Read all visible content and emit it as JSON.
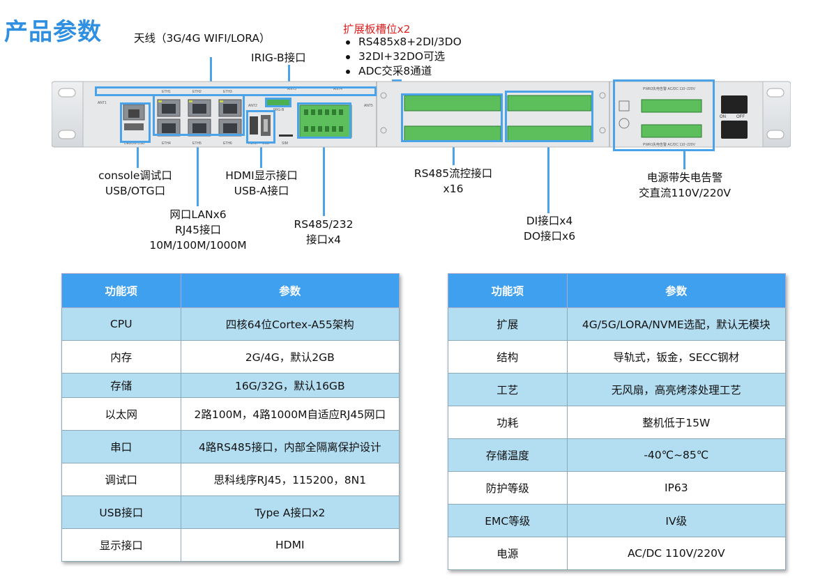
{
  "title": "产品参数",
  "labels": {
    "antenna": "天线（3G/4G WIFI/LORA）",
    "irigb": "IRIG-B接口",
    "expansion_title": "扩展板槽位x2",
    "expansion_items": [
      "RS485x8+2DI/3DO",
      "32DI+32DO可选",
      "ADC交采8通道"
    ],
    "console": [
      "console调试口",
      "USB/OTG口"
    ],
    "hdmi": [
      "HDMI显示接口",
      "USB-A接口"
    ],
    "lan": [
      "网口LANx6",
      "RJ45接口",
      "10M/100M/1000M"
    ],
    "rs485_232": [
      "RS485/232",
      "接口x4"
    ],
    "rs485_flow": [
      "RS485流控接口",
      "x16"
    ],
    "dido": [
      "DI接口x4",
      "DO接口x6"
    ],
    "power": [
      "电源带失电告警",
      "交直流110V/220V"
    ]
  },
  "device": {
    "port_labels": {
      "ant1": "ANT1",
      "ant2": "ANT2",
      "ant3": "ANT3",
      "ant4": "ANT4",
      "ant5": "ANT5",
      "eth1": "ETH1",
      "eth2": "ETH2",
      "eth3": "ETH3",
      "eth4": "ETH4",
      "eth5": "ETH5",
      "eth6": "ETH6",
      "debug_usb": "DEBUG USB",
      "hdmi": "HDMI",
      "usb": "USB",
      "sim": "SIM",
      "irig": "IRIG-B",
      "pwr2": "PWR2",
      "pwr1": "PWR1",
      "alarm1": "失电告警  AC/DC 110~220V",
      "alarm2": "失电告警  AC/DC 110~220V",
      "on": "ON",
      "off": "OFF"
    }
  },
  "table_left": {
    "headers": [
      "功能项",
      "参数"
    ],
    "rows": [
      [
        "CPU",
        "四核64位Cortex-A55架构"
      ],
      [
        "内存",
        "2G/4G，默认2GB"
      ],
      [
        "存储",
        "16G/32G，默认16GB"
      ],
      [
        "以太网",
        "2路100M，4路1000M自适应RJ45网口"
      ],
      [
        "串口",
        "4路RS485接口，内部全隔离保护设计"
      ],
      [
        "调试口",
        "思科线序RJ45，115200，8N1"
      ],
      [
        "USB接口",
        "Type A接口x2"
      ],
      [
        "显示接口",
        "HDMI"
      ]
    ]
  },
  "table_right": {
    "headers": [
      "功能项",
      "参数"
    ],
    "rows": [
      [
        "扩展",
        "4G/5G/LORA/NVME选配，默认无模块"
      ],
      [
        "结构",
        "导轨式，钣金，SECC钢材"
      ],
      [
        "工艺",
        "无风扇，高亮烤漆处理工艺"
      ],
      [
        "功耗",
        "整机低于15W"
      ],
      [
        "存储温度",
        "-40℃~85℃"
      ],
      [
        "防护等级",
        "IP63"
      ],
      [
        "EMC等级",
        "IV级"
      ],
      [
        "电源",
        "AC/DC 110V/220V"
      ]
    ]
  },
  "colors": {
    "accent": "#4aa3e8",
    "title": "#2f8fe0",
    "header": "#3fa0f0",
    "row_alt": "#b3def2",
    "red": "#e02020"
  }
}
